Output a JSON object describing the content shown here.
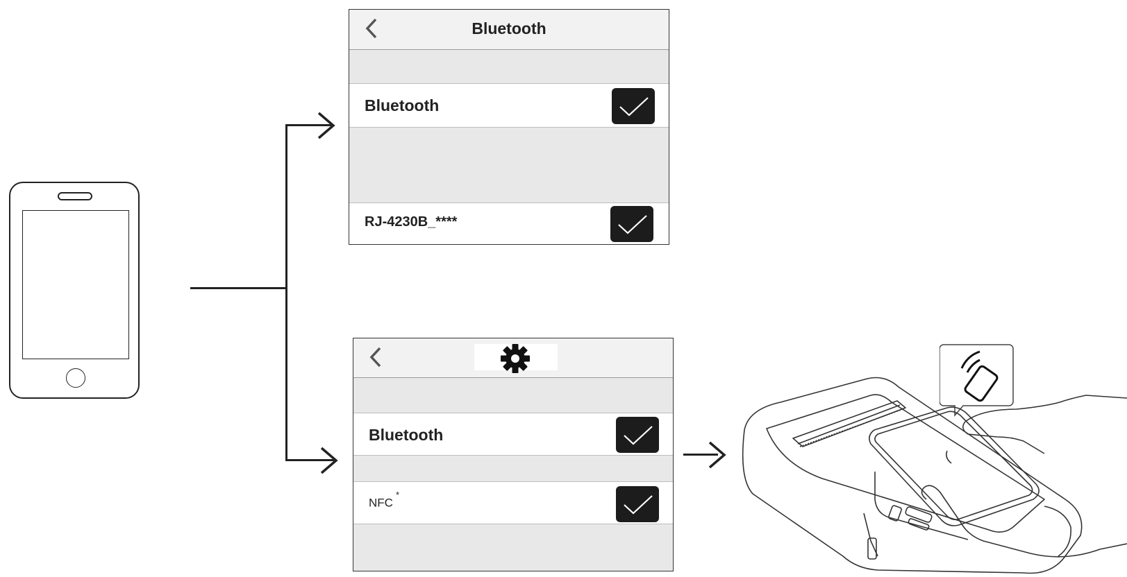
{
  "panel_bluetooth": {
    "title": "Bluetooth",
    "row1_label": "Bluetooth",
    "row1_checked": true,
    "row2_label": "RJ-4230B_****",
    "row2_checked": true
  },
  "panel_settings": {
    "title_icon": "gear-icon",
    "row1_label": "Bluetooth",
    "row1_checked": true,
    "row2_label": "NFC",
    "row2_footnote_mark": "*",
    "row2_checked": true
  },
  "icons": {
    "phone": "smartphone-icon",
    "back": "chevron-left-icon",
    "check": "checkmark-icon",
    "nfc": "nfc-tap-icon",
    "printer": "mobile-printer-illustration"
  },
  "colors": {
    "check_bg": "#1c1c1c",
    "header_bg": "#f2f2f2",
    "gray_band": "#e8e8e8",
    "line": "#222222"
  }
}
